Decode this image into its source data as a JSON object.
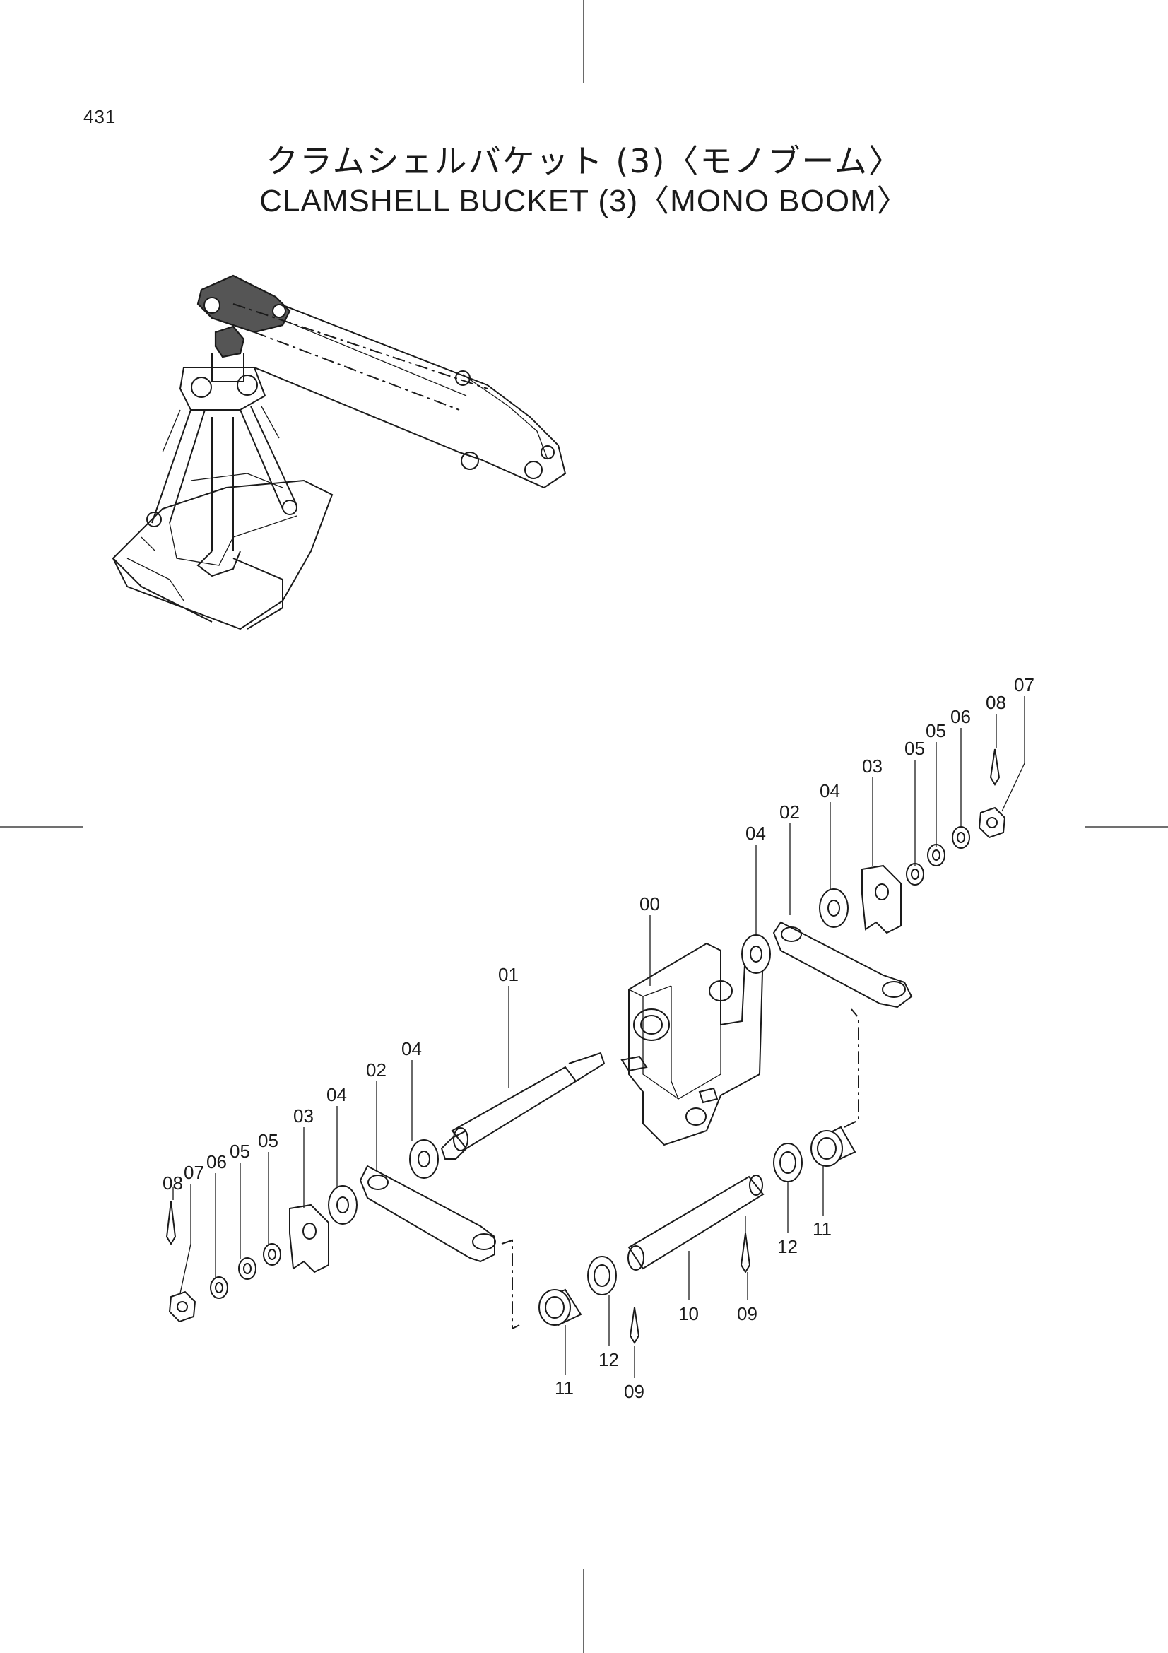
{
  "page_number": "431",
  "title_jp": "クラムシェルバケット (3)〈モノブーム〉",
  "title_en": "CLAMSHELL  BUCKET (3)〈MONO BOOM〉",
  "callouts": {
    "c00": "00",
    "c01": "01",
    "c02a": "02",
    "c02b": "02",
    "c03a": "03",
    "c03b": "03",
    "c04a": "04",
    "c04b": "04",
    "c04c": "04",
    "c04d": "04",
    "c05a": "05",
    "c05b": "05",
    "c05c": "05",
    "c05d": "05",
    "c06a": "06",
    "c06b": "06",
    "c07a": "07",
    "c07b": "07",
    "c08a": "08",
    "c08b": "08",
    "c09a": "09",
    "c09b": "09",
    "c10": "10",
    "c11a": "11",
    "c11b": "11",
    "c12a": "12",
    "c12b": "12"
  }
}
